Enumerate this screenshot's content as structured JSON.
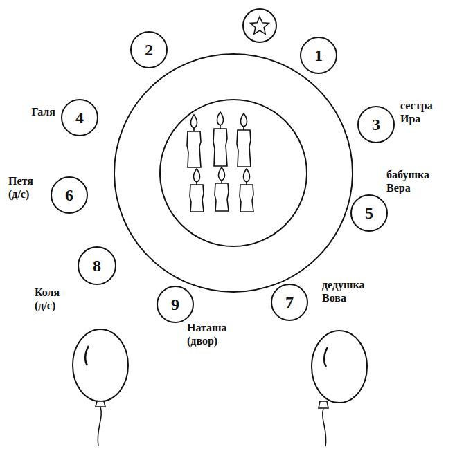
{
  "diagram": {
    "nodes": [
      {
        "text": [
          "2"
        ]
      },
      {
        "text": [
          "1"
        ]
      },
      {
        "text": [
          "4",
          "Галя"
        ]
      },
      {
        "text": [
          "3",
          "сестра Ира"
        ]
      },
      {
        "text": [
          "6",
          "Петя (д/с)"
        ]
      },
      {
        "text": [
          "5",
          "бабушка Вера"
        ]
      },
      {
        "text": [
          "8",
          "Коля (д/с)"
        ]
      },
      {
        "text": [
          "7",
          "дедушка Вова"
        ]
      },
      {
        "text": [
          "9",
          "Наташа (двор)"
        ]
      }
    ]
  }
}
